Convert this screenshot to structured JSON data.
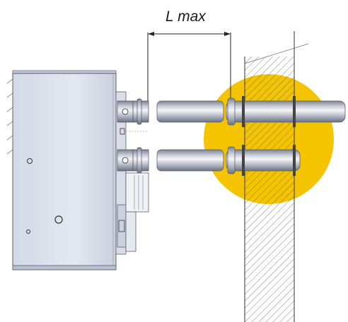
{
  "diagram": {
    "dimension_label": "L max",
    "colors": {
      "highlight": "#f5c400",
      "unit_body": "#dde2ec",
      "unit_edge": "#5a6070",
      "pipe_light": "#eef0f4",
      "pipe_mid": "#a9afbb",
      "pipe_dark": "#6f7583",
      "line": "#222222"
    },
    "icons": {
      "boiler": "appliance-body",
      "flue_pipe": "coaxial-pipe",
      "wall": "hatched-wall",
      "highlight_zone": "yellow-circle"
    }
  }
}
